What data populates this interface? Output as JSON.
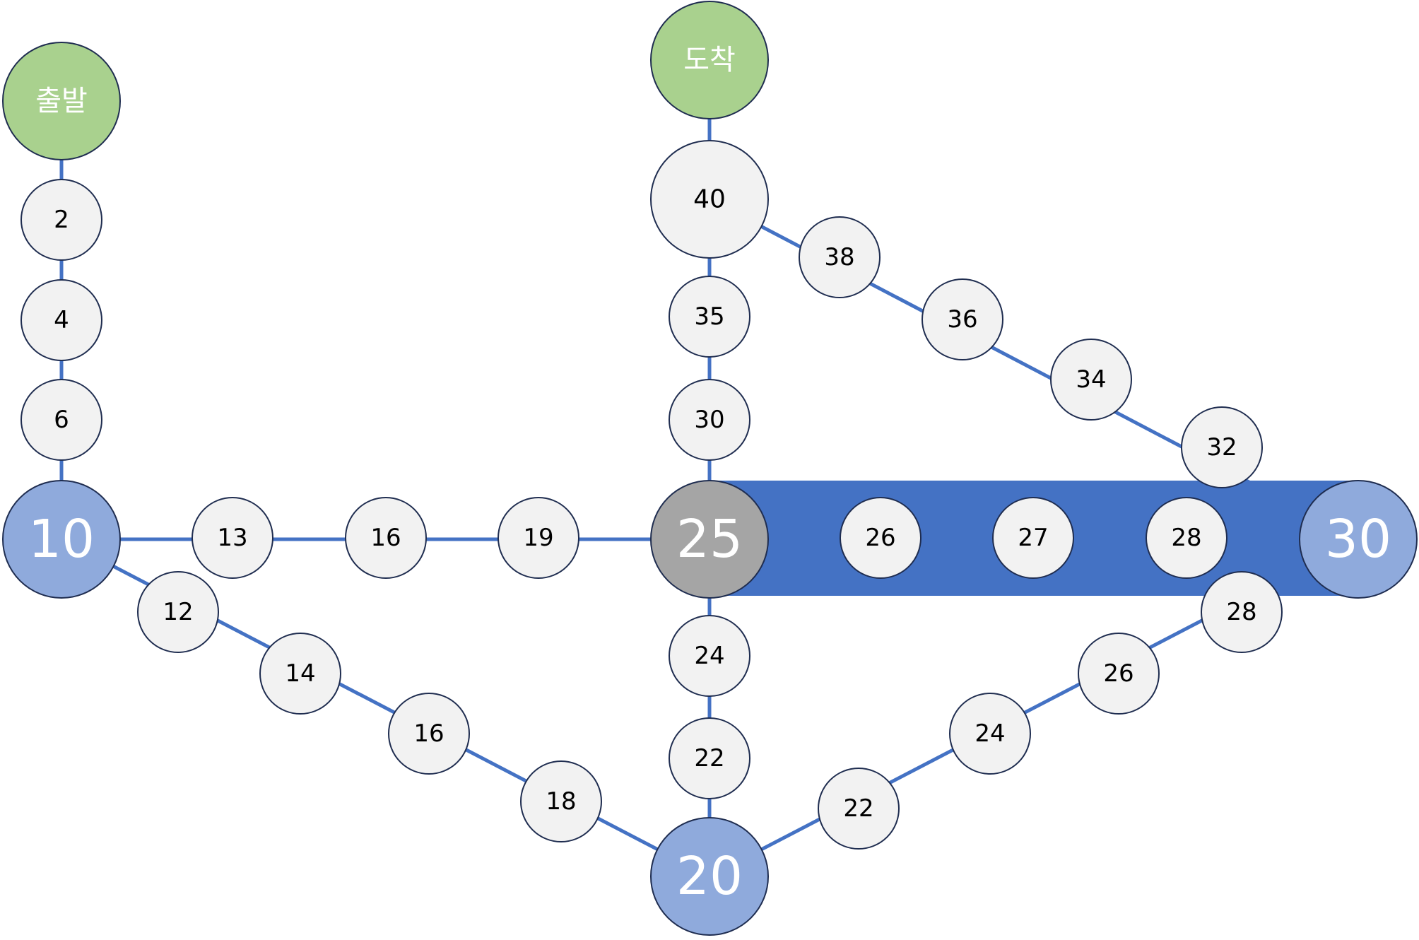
{
  "diagram": {
    "colors": {
      "line": "#4472c4",
      "band": "#4472c4",
      "node_fill": "#f2f2f2",
      "start_end_fill": "#a9d18e",
      "junction_fill": "#8faadc",
      "highlight_fill": "#a5a5a5",
      "outline": "#1f2d50"
    },
    "nodes": {
      "start": "출발",
      "s2": "2",
      "s4": "4",
      "s6": "6",
      "j10": "10",
      "n13": "13",
      "n16a": "16",
      "n19": "19",
      "j25": "25",
      "b26": "26",
      "b27": "27",
      "b28": "28",
      "j30": "30",
      "v30": "30",
      "v35": "35",
      "v40": "40",
      "finish": "도착",
      "u38": "38",
      "u36": "36",
      "u34": "34",
      "u32": "32",
      "d12": "12",
      "d14": "14",
      "d16": "16",
      "d18": "18",
      "j20": "20",
      "m24": "24",
      "m22": "22",
      "r22": "22",
      "r24": "24",
      "r26": "26",
      "r28": "28"
    }
  }
}
